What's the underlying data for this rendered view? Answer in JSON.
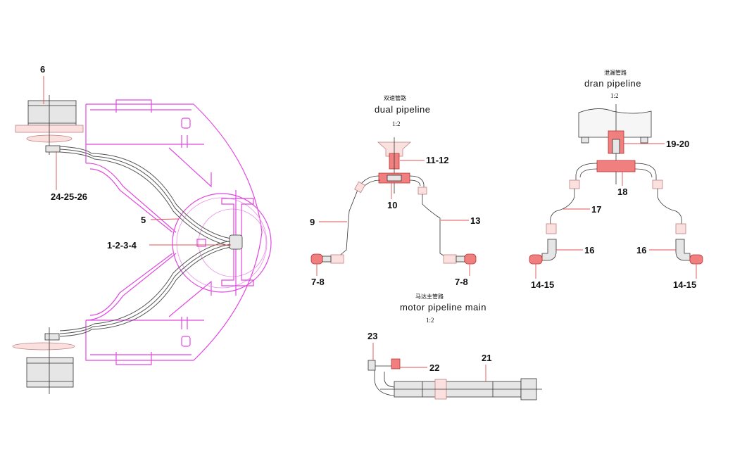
{
  "left_assembly": {
    "labels": {
      "motor": "6",
      "fittings": "24-25-26",
      "clamp": "5",
      "valve": "1-2-3-4"
    }
  },
  "dual_pipeline": {
    "title_cn": "双速管路",
    "title": "dual  pipeline",
    "scale": "1:2",
    "labels": {
      "fitting_top": "11-12",
      "tee": "10",
      "hose_left": "9",
      "hose_right": "13",
      "end_left": "7-8",
      "end_right": "7-8"
    }
  },
  "drain_pipeline": {
    "title_cn": "泄漏管路",
    "title": "dran  pipeline",
    "scale": "1:2",
    "labels": {
      "fitting_top": "19-20",
      "tee": "18",
      "hose": "17",
      "elbow_left": "16",
      "elbow_right": "16",
      "end_left": "14-15",
      "end_right": "14-15"
    }
  },
  "motor_pipeline": {
    "title_cn": "马达主管路",
    "title": "motor  pipeline main",
    "scale": "1:2",
    "labels": {
      "part_a": "23",
      "part_b": "22",
      "part_c": "21"
    }
  },
  "colors": {
    "frame": "#e048e0",
    "leader": "#e05050",
    "fitting": "#f08080"
  }
}
